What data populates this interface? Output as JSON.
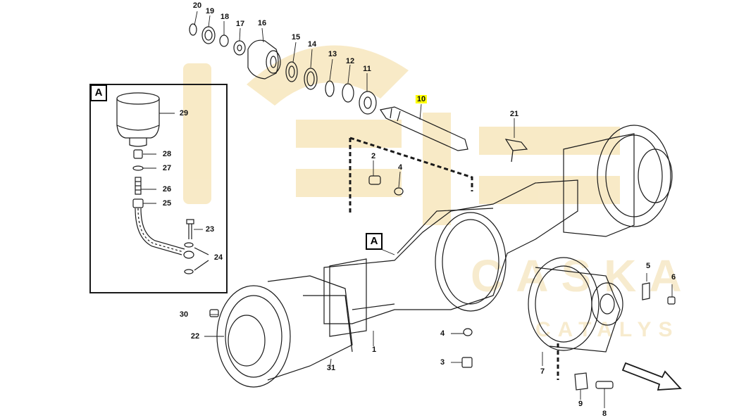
{
  "colors": {
    "line": "#1a1a1a",
    "watermark": "#f6e3b4",
    "highlight": "#ffff00",
    "background": "#ffffff"
  },
  "watermark": {
    "main_text": "CASKA",
    "sub_text": "CATALYS"
  },
  "callouts": {
    "box_a_corner": "A",
    "box_a_pointer": "A"
  },
  "parts": {
    "p1": "1",
    "p2": "2",
    "p3": "3",
    "p4a": "4",
    "p4b": "4",
    "p5": "5",
    "p6": "6",
    "p7": "7",
    "p8": "8",
    "p9": "9",
    "p10": "10",
    "p11": "11",
    "p12": "12",
    "p13": "13",
    "p14": "14",
    "p15": "15",
    "p16": "16",
    "p17": "17",
    "p18": "18",
    "p19": "19",
    "p20": "20",
    "p21": "21",
    "p22": "22",
    "p23": "23",
    "p24": "24",
    "p25": "25",
    "p26": "26",
    "p27": "27",
    "p28": "28",
    "p29": "29",
    "p30": "30",
    "p31": "31"
  },
  "icons": {
    "direction": "arrow-icon"
  }
}
